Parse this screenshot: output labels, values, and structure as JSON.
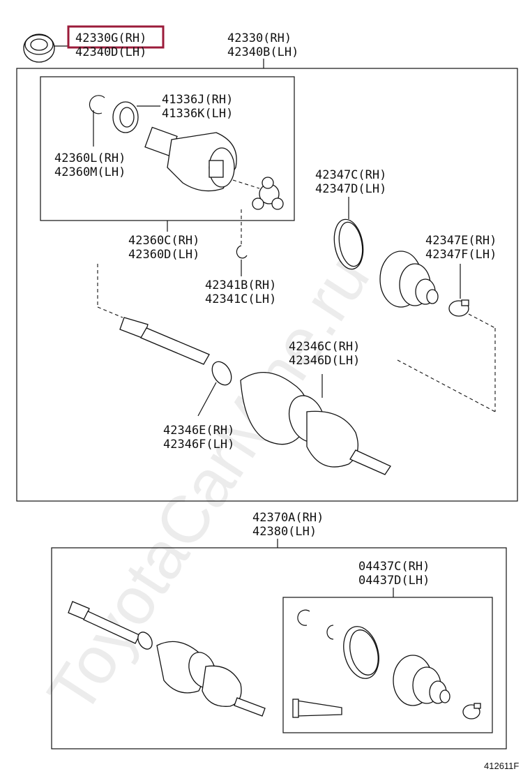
{
  "watermark": "ToyotaCarMine.ru",
  "figure_code": "412611F",
  "labels": {
    "top_left_rh": "42330G(RH)",
    "top_left_lh": "42340D(LH)",
    "assembly_rh": "42330(RH)",
    "assembly_lh": "42340B(LH)",
    "inner_joint_rh": "41336J(RH)",
    "inner_joint_lh": "41336K(LH)",
    "snap_ring_rh": "42360L(RH)",
    "snap_ring_lh": "42360M(LH)",
    "inner_kit_rh": "42360C(RH)",
    "inner_kit_lh": "42360D(LH)",
    "clip_rh": "42341B(RH)",
    "clip_lh": "42341C(LH)",
    "band_c_rh": "42347C(RH)",
    "band_c_lh": "42347D(LH)",
    "boot_e_rh": "42347E(RH)",
    "boot_f_lh": "42347F(LH)",
    "band_46c_rh": "42346C(RH)",
    "band_46d_lh": "42346D(LH)",
    "band_46e_rh": "42346E(RH)",
    "band_46f_lh": "42346F(LH)",
    "shaft2_rh": "42370A(RH)",
    "shaft2_lh": "42380(LH)",
    "kit_rh": "04437C(RH)",
    "kit_lh": "04437D(LH)"
  },
  "highlight_color": "#9b1b3a"
}
